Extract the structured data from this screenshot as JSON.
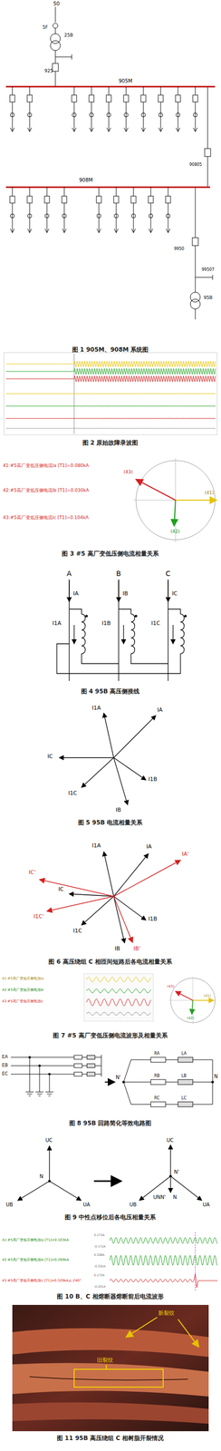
{
  "diagram": {
    "labels": [
      "50",
      "5F",
      "25B",
      "925",
      "905M",
      "908M",
      "90805",
      "9950",
      "99507",
      "95B",
      "图 1 905M、908M 系统图",
      "图 2 原始故障录波图",
      "41:#5高厂变低压侧电流Ia [T1]=0.080kA",
      "42:#5高厂变低压侧电流Ib [T1]=0.030kA",
      "43:#5高厂变低压侧电流Ic [T1]=0.104kA",
      "(43)",
      "(41)",
      "(42)",
      "图 3 #5 高厂变低压侧电流相量关系",
      "A",
      "B",
      "C",
      "IA",
      "IB",
      "IC",
      "I1A",
      "I1B",
      "I1C",
      "图 4 95B 高压侧接线",
      "I1A",
      "IA",
      "IC",
      "I1C",
      "I1B",
      "IB",
      "图 5 95B 电流相量关系",
      "IA'",
      "IA",
      "IC'",
      "I1A",
      "IC",
      "I1C'",
      "I1C",
      "I1B",
      "IB",
      "IB'",
      "图 6 高压绕组 C 相匝间短路后各电流相量关系",
      "41:#5高厂变低压侧电流Ia",
      "42:#5高厂变低压侧电流Ib",
      "43:#5高厂变低压侧电流Ic",
      "(43)",
      "(41)",
      "(42)",
      "图 7 #5 高厂变低压侧电流波形及相量关系",
      "EA",
      "EB",
      "EC",
      "N'",
      "RA",
      "LA",
      "RB",
      "LB",
      "RC",
      "LC",
      "N",
      "图 8 95B 回路简化等效电路图",
      "UC",
      "N",
      "UB",
      "UA",
      "UC",
      "N'",
      "UNN'",
      "N",
      "UB",
      "UA",
      "图 9 中性点移位后各电压相量关系",
      "41:#5高厂变低压侧电流Ia [T1]=0.103kA",
      "42:#5高厂变低压侧电流Ib [T1]=0.269kA",
      "43:#5高厂变低压侧电流Ic [T1]=0.329kA∠-240°",
      "0.173A",
      "-0.172A",
      "0.338A",
      "-0.332A",
      "0.173A",
      "-0.201A",
      "图 10 B、C 相熔断器熔断前后电流波形",
      "新裂纹",
      "旧裂纹",
      "图 11 95B 高压绕组 C 相树脂开裂情况"
    ]
  }
}
